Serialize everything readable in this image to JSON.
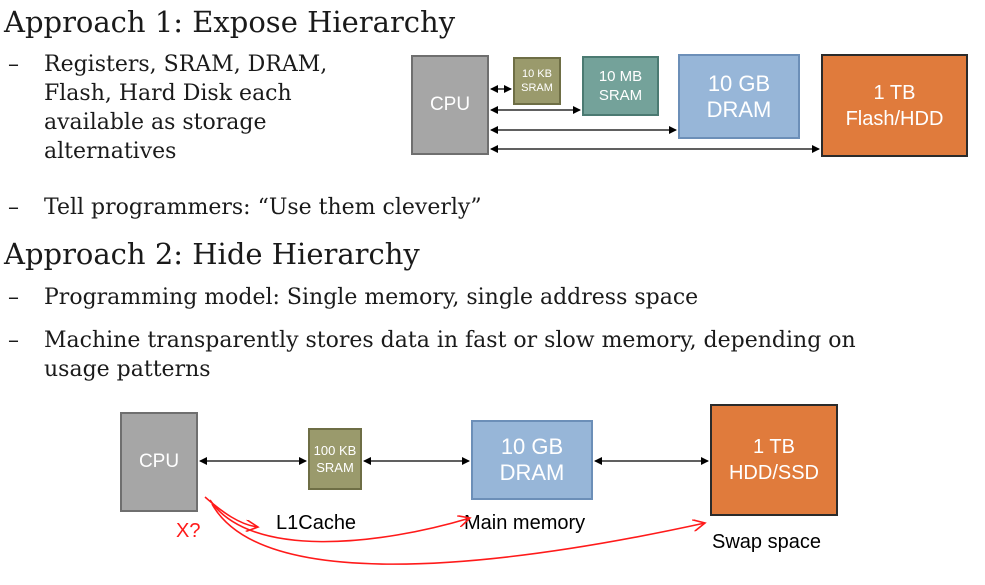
{
  "approach1": {
    "heading": "Approach 1: Expose Hierarchy",
    "bullet1_dash": "–",
    "bullet1": "Registers, SRAM, DRAM, Flash, Hard Disk each available as storage alternatives",
    "bullet2_dash": "–",
    "bullet2": "Tell programmers: “Use them cleverly”"
  },
  "approach2": {
    "heading": "Approach 2: Hide Hierarchy",
    "bullet1_dash": "–",
    "bullet1": "Programming model: Single memory, single address space",
    "bullet2_dash": "–",
    "bullet2": "Machine transparently stores data in fast or slow memory, depending on usage patterns"
  },
  "diagram1": {
    "cpu": "CPU",
    "sram_small": "10 KB\nSRAM",
    "sram_large": "10 MB\nSRAM",
    "dram": "10 GB\nDRAM",
    "storage": "1 TB\nFlash/HDD"
  },
  "diagram2": {
    "cpu": "CPU",
    "cache": "100 KB\nSRAM",
    "dram": "10 GB\nDRAM",
    "storage": "1 TB\nHDD/SSD",
    "cache_label": "L1Cache",
    "dram_label": "Main memory",
    "storage_label": "Swap space",
    "cpu_mark": "X?"
  },
  "colors": {
    "cpu": "#a6a6a6",
    "sram": "#9a9a6c",
    "sram_large": "#74a29a",
    "dram": "#97b6d8",
    "storage": "#e07b3c",
    "arrow_red": "#ff1a1a"
  }
}
